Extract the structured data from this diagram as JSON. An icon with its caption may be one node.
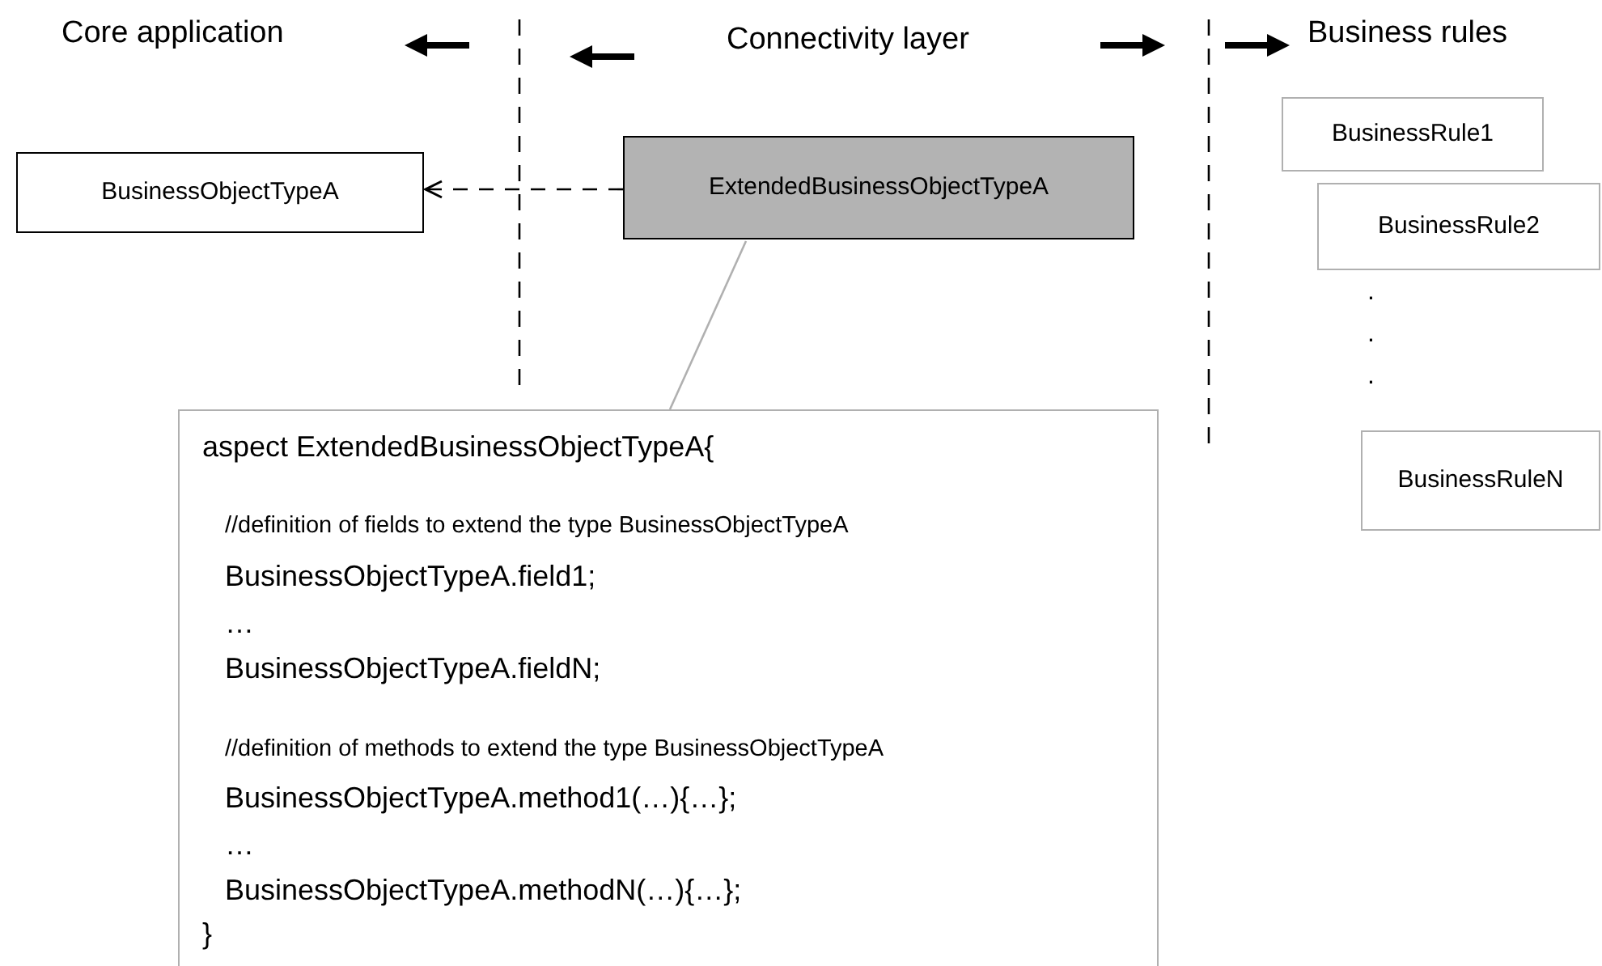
{
  "diagram": {
    "nodes": [
      {
        "text": [
          "BusinessObjectTypeA"
        ]
      },
      {
        "text": [
          "ExtendedBusinessObjectTypeA"
        ]
      },
      {
        "text": [
          "aspect ExtendedBusinessObjectTypeA{",
          "//definition of fields to extend the type BusinessObjectTypeA",
          "BusinessObjectTypeA.field1;",
          "…",
          "BusinessObjectTypeA.fieldN;",
          "//definition of methods to extend the type BusinessObjectTypeA",
          "BusinessObjectTypeA.method1(…){…};",
          "…",
          "BusinessObjectTypeA.methodN(…){…};",
          "}"
        ]
      },
      {
        "text": [
          "BusinessRule1"
        ]
      },
      {
        "text": [
          "BusinessRule2"
        ]
      },
      {
        "text": [
          "BusinessRuleN"
        ]
      }
    ],
    "edges": [
      {
        "from": 1,
        "to": 0,
        "arrow": "to",
        "style": "dashed"
      },
      {
        "from": 1,
        "to": 2,
        "arrow": "none",
        "color": "#b0b0b0"
      }
    ],
    "labels": [
      "Core application",
      "Connectivity layer",
      "Business rules",
      ".",
      ".",
      "."
    ]
  }
}
